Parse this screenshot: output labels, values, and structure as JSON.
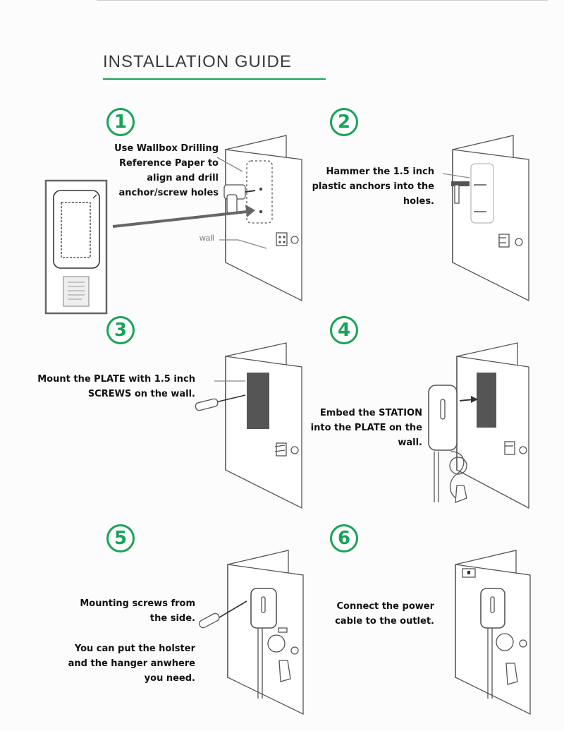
{
  "title": "INSTALLATION GUIDE",
  "colors": {
    "accent": "#17a35a",
    "line": "#555555",
    "plate": "#555555"
  },
  "steps": [
    {
      "number": "1",
      "lines": [
        "Use Wallbox Drilling",
        "Reference Paper to",
        "align and drill",
        "anchor/screw holes"
      ]
    },
    {
      "number": "2",
      "lines": [
        "Hammer the 1.5 inch",
        "plastic anchors into the",
        "holes."
      ]
    },
    {
      "number": "3",
      "lines": [
        "Mount the PLATE with 1.5 inch",
        "SCREWS on the wall."
      ]
    },
    {
      "number": "4",
      "lines": [
        "Embed the STATION",
        "into the PLATE on the",
        "wall."
      ]
    },
    {
      "number": "5",
      "lines": [
        "Mounting screws from",
        "the side."
      ],
      "extra_lines": [
        "You can put the holster",
        "and the hanger anwhere",
        "you need."
      ]
    },
    {
      "number": "6",
      "lines": [
        "Connect the power",
        "cable to the outlet."
      ]
    }
  ],
  "wall_label": "wall"
}
